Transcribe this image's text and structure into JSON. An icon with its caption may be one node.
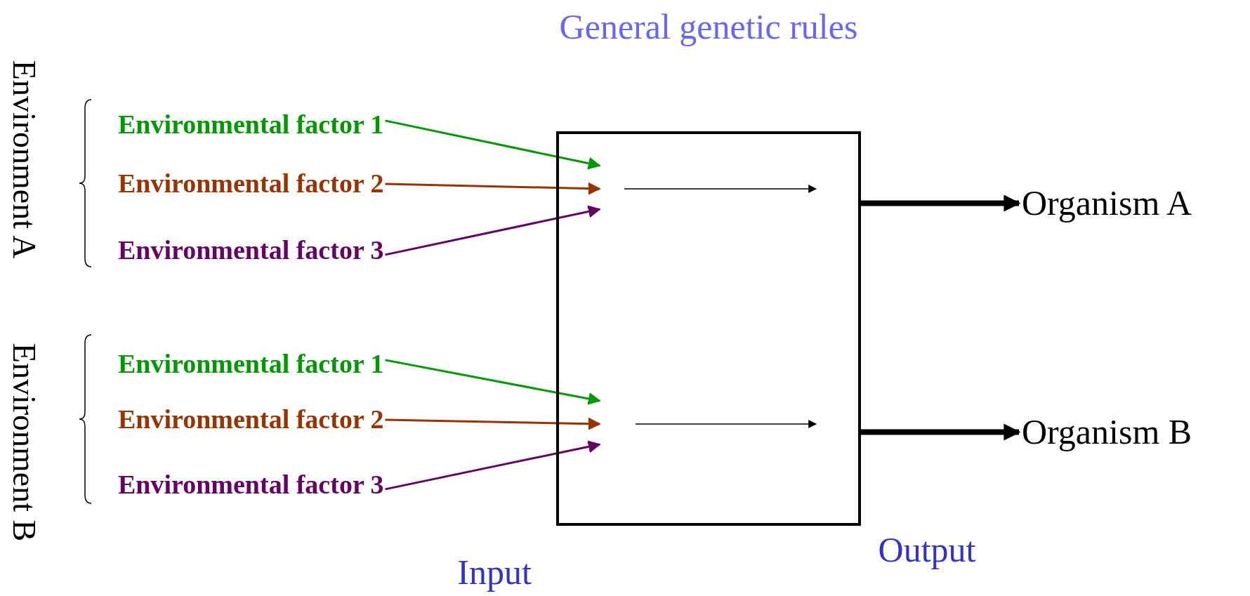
{
  "diagram": {
    "nodes": [
      {
        "text": [
          "General genetic rules"
        ]
      },
      {
        "text": [
          "Environmental factor 1"
        ]
      },
      {
        "text": [
          "Environmental factor 2"
        ]
      },
      {
        "text": [
          "Environmental factor 3"
        ]
      },
      {
        "text": [
          "Environmental factor 1"
        ]
      },
      {
        "text": [
          "Environmental factor 2"
        ]
      },
      {
        "text": [
          "Environmental factor 3"
        ]
      },
      {
        "text": [
          "Organism A"
        ]
      },
      {
        "text": [
          "Organism B"
        ]
      }
    ],
    "edges": [
      {
        "from": 1,
        "to": 0,
        "arrow": "to",
        "color": "#009900"
      },
      {
        "from": 2,
        "to": 0,
        "arrow": "to",
        "color": "#993300"
      },
      {
        "from": 3,
        "to": 0,
        "arrow": "to",
        "color": "#660066"
      },
      {
        "from": 4,
        "to": 0,
        "arrow": "to",
        "color": "#009900"
      },
      {
        "from": 5,
        "to": 0,
        "arrow": "to",
        "color": "#993300"
      },
      {
        "from": 6,
        "to": 0,
        "arrow": "to",
        "color": "#660066"
      },
      {
        "from": 0,
        "to": 7,
        "arrow": "to",
        "style": "thick",
        "color": "#000000"
      },
      {
        "from": 0,
        "to": 8,
        "arrow": "to",
        "style": "thick",
        "color": "#000000"
      }
    ],
    "labels": [
      "Environment A",
      "Environment B",
      "Input",
      "Output"
    ]
  }
}
